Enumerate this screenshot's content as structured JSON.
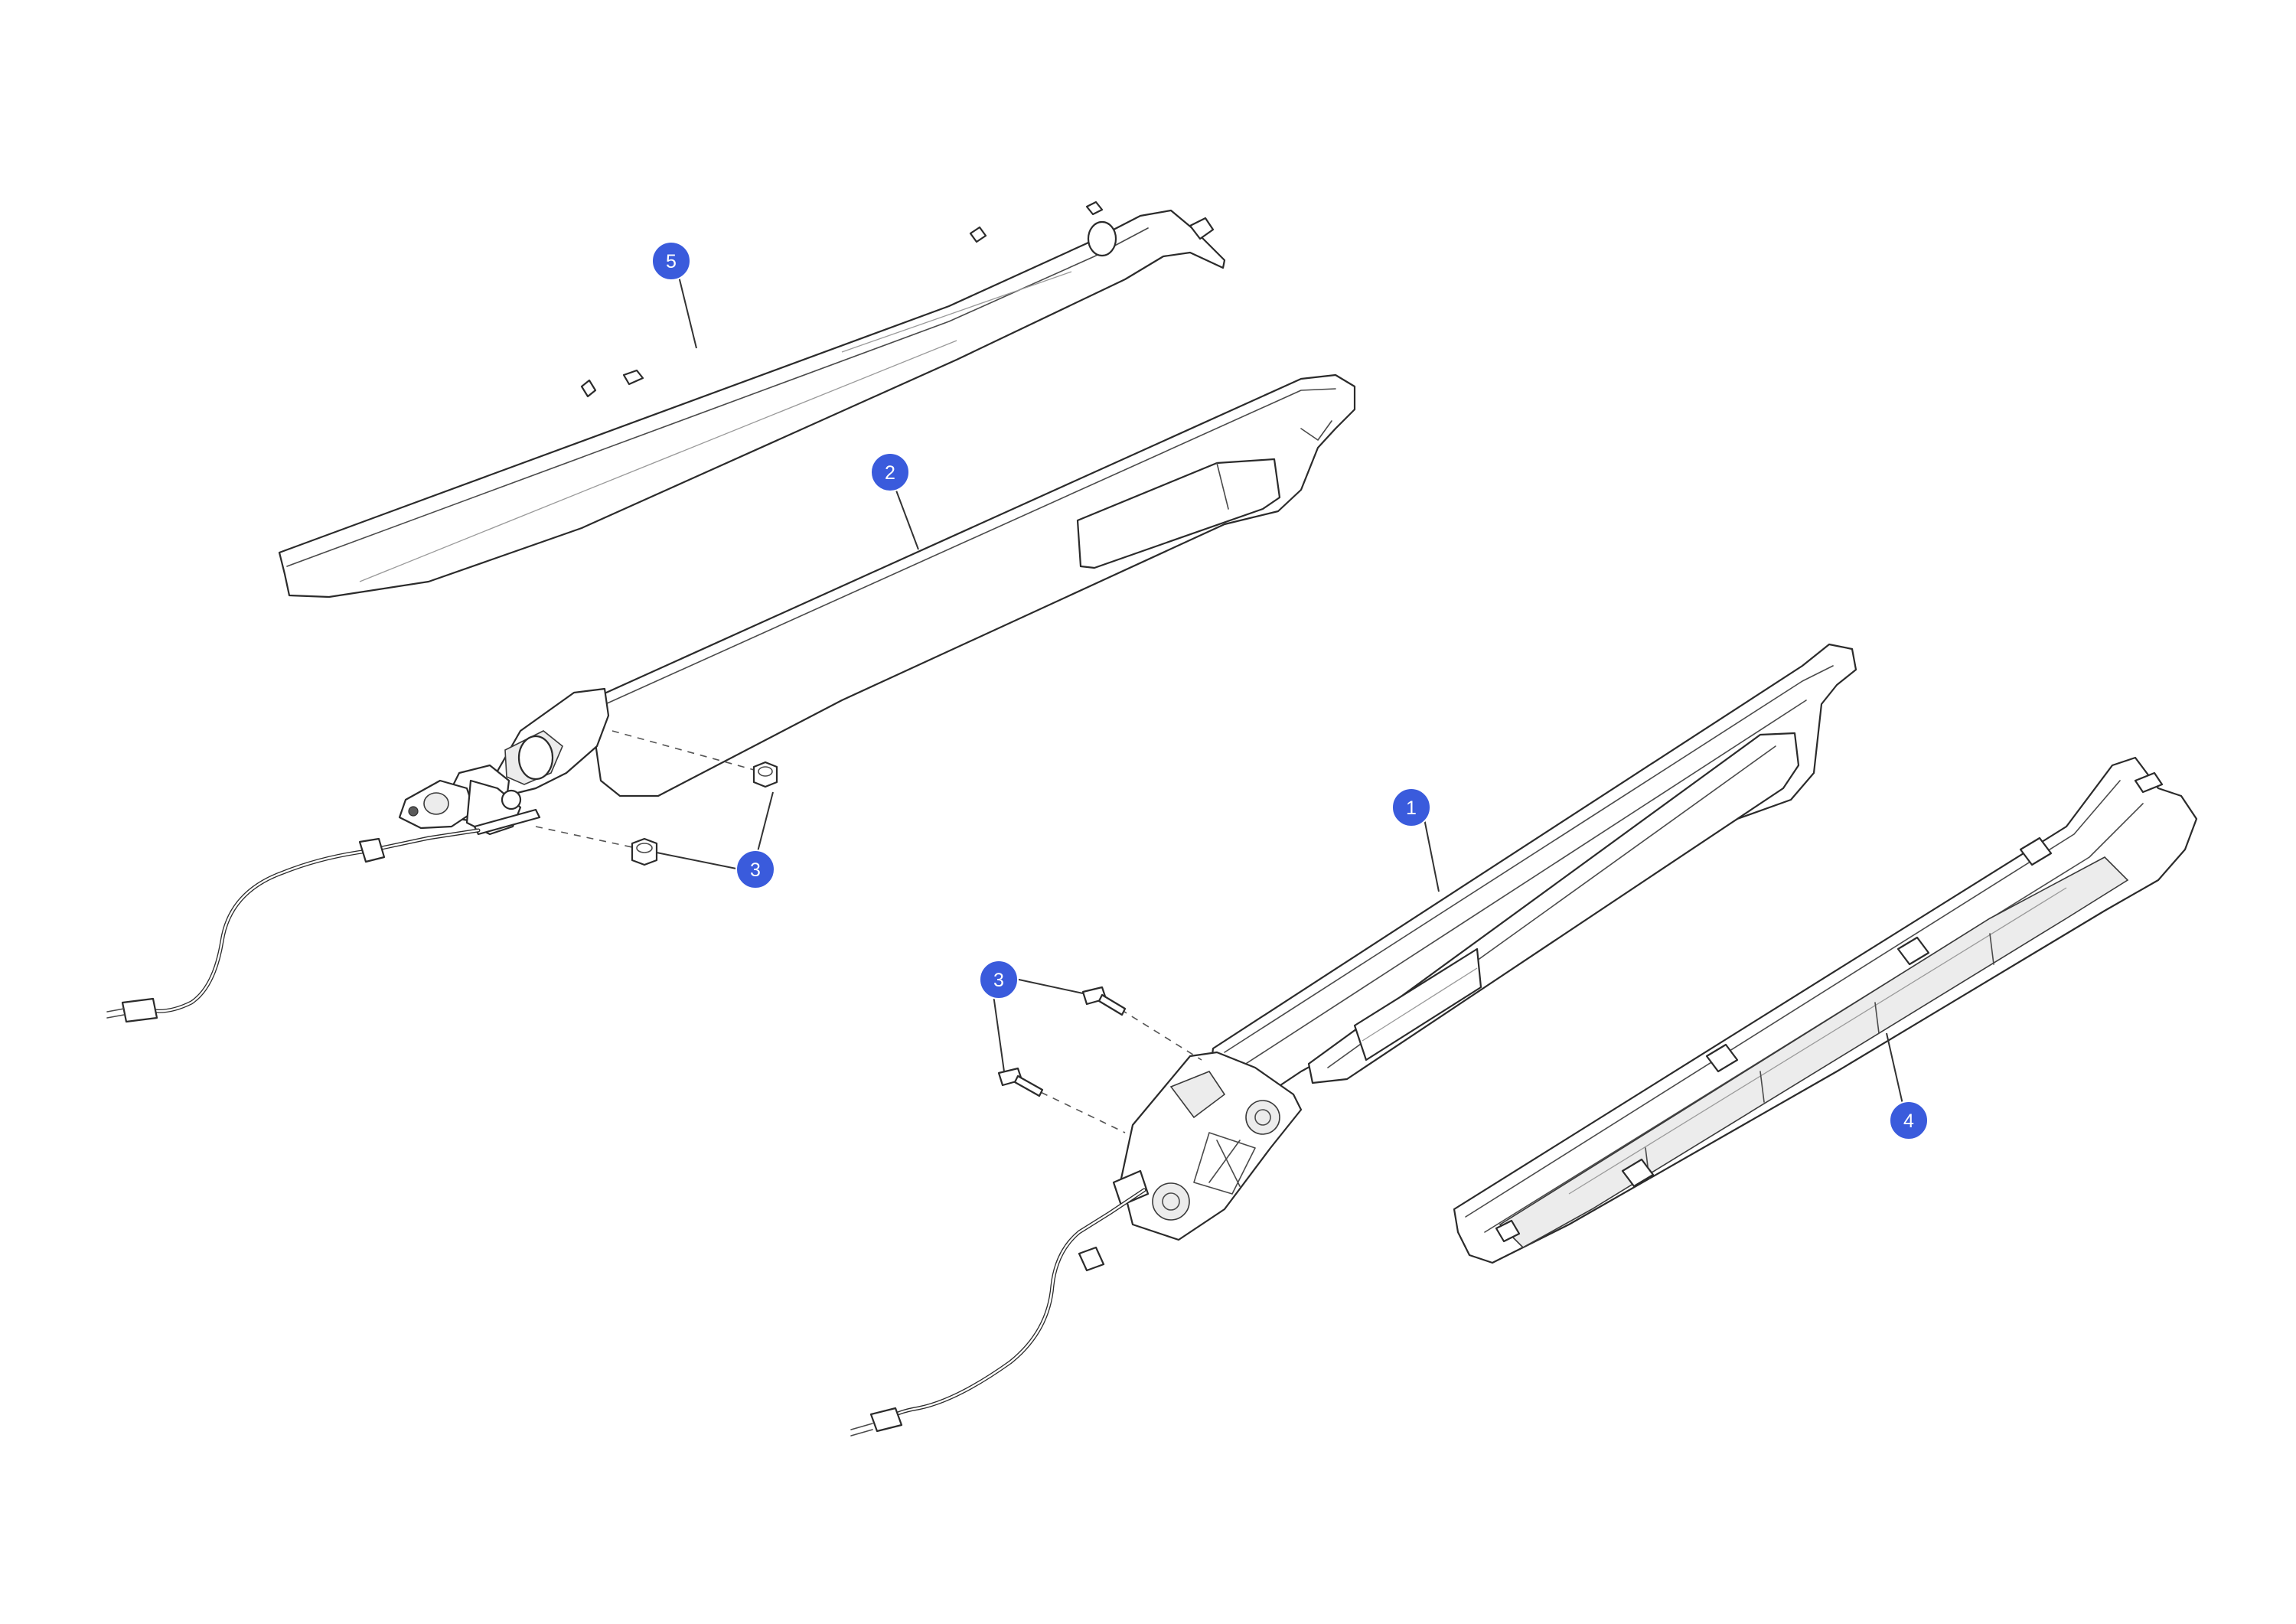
{
  "colors": {
    "callout_fill": "#3a5bdc",
    "callout_text": "#ffffff",
    "line_art": "#2b2b2b",
    "background": "#ffffff"
  },
  "callouts": [
    {
      "id": "callout-5",
      "label": "5",
      "part": "upper-trim-cover"
    },
    {
      "id": "callout-2",
      "label": "2",
      "part": "left-armrest-panel"
    },
    {
      "id": "callout-3a",
      "label": "3",
      "part": "nut-fasteners"
    },
    {
      "id": "callout-1",
      "label": "1",
      "part": "right-armrest-panel"
    },
    {
      "id": "callout-3b",
      "label": "3",
      "part": "bolt-fasteners"
    },
    {
      "id": "callout-4",
      "label": "4",
      "part": "lower-trim-bracket"
    }
  ]
}
